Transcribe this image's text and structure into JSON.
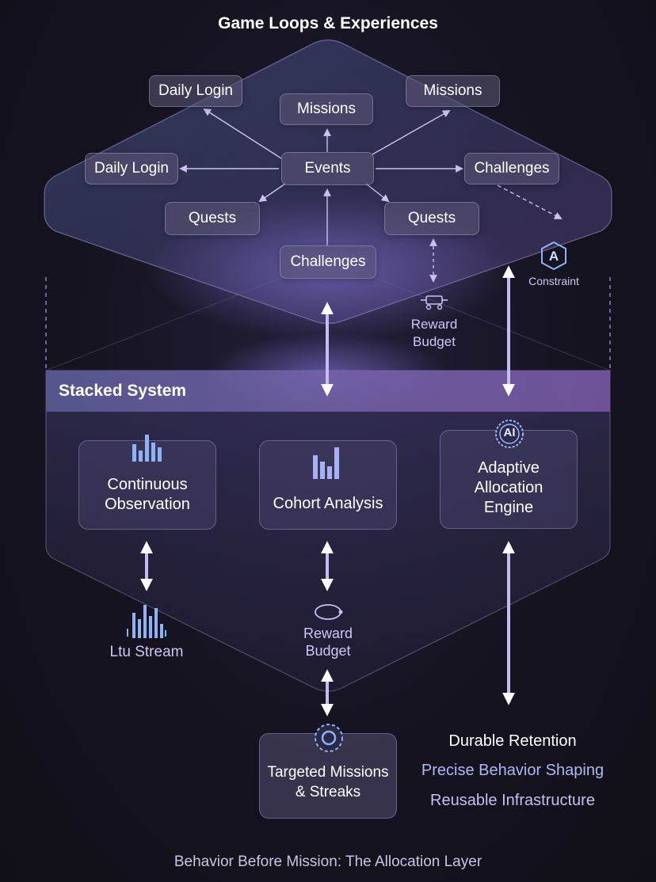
{
  "title": "Game Loops & Experiences",
  "top_nodes": {
    "daily_login_top": "Daily Login",
    "missions_center": "Missions",
    "missions_right": "Missions",
    "daily_login_left": "Daily Login",
    "events": "Events",
    "challenges_right": "Challenges",
    "quests_left": "Quests",
    "quests_right": "Quests",
    "challenges_bottom": "Challenges"
  },
  "constraint": {
    "label": "Constraint",
    "icon": "a-hexagon-icon"
  },
  "reward_budget_top": {
    "line1": "Reward",
    "line2": "Budget",
    "icon": "scale-icon"
  },
  "band": {
    "label": "Stacked System"
  },
  "engine_cards": {
    "observation": {
      "line1": "Continuous",
      "line2": "Observation",
      "icon": "bar-chart-icon"
    },
    "cohort": {
      "line1": "Cohort Analysis",
      "icon": "bar-chart-icon"
    },
    "allocation": {
      "line1": "Adaptive",
      "line2": "Allocation",
      "line3": "Engine",
      "icon_text": "AI"
    }
  },
  "ltu_stream": {
    "label": "Ltu Stream",
    "icon": "stream-bars-icon"
  },
  "reward_budget_bottom": {
    "line1": "Reward",
    "line2": "Budget",
    "icon": "token-icon"
  },
  "targeted": {
    "line1": "Targeted Missions",
    "line2": "& Streaks",
    "icon": "gear-icon"
  },
  "outcomes": {
    "line1": "Durable Retention",
    "line2": "Precise Behavior Shaping",
    "line3": "Reusable Infrastructure"
  },
  "footer": "Behavior Before Mission: The Allocation Layer",
  "colors": {
    "accent_lavender": "#b9a8f5",
    "accent_blue": "#7aa8f2",
    "band": "#6c5a9f"
  }
}
